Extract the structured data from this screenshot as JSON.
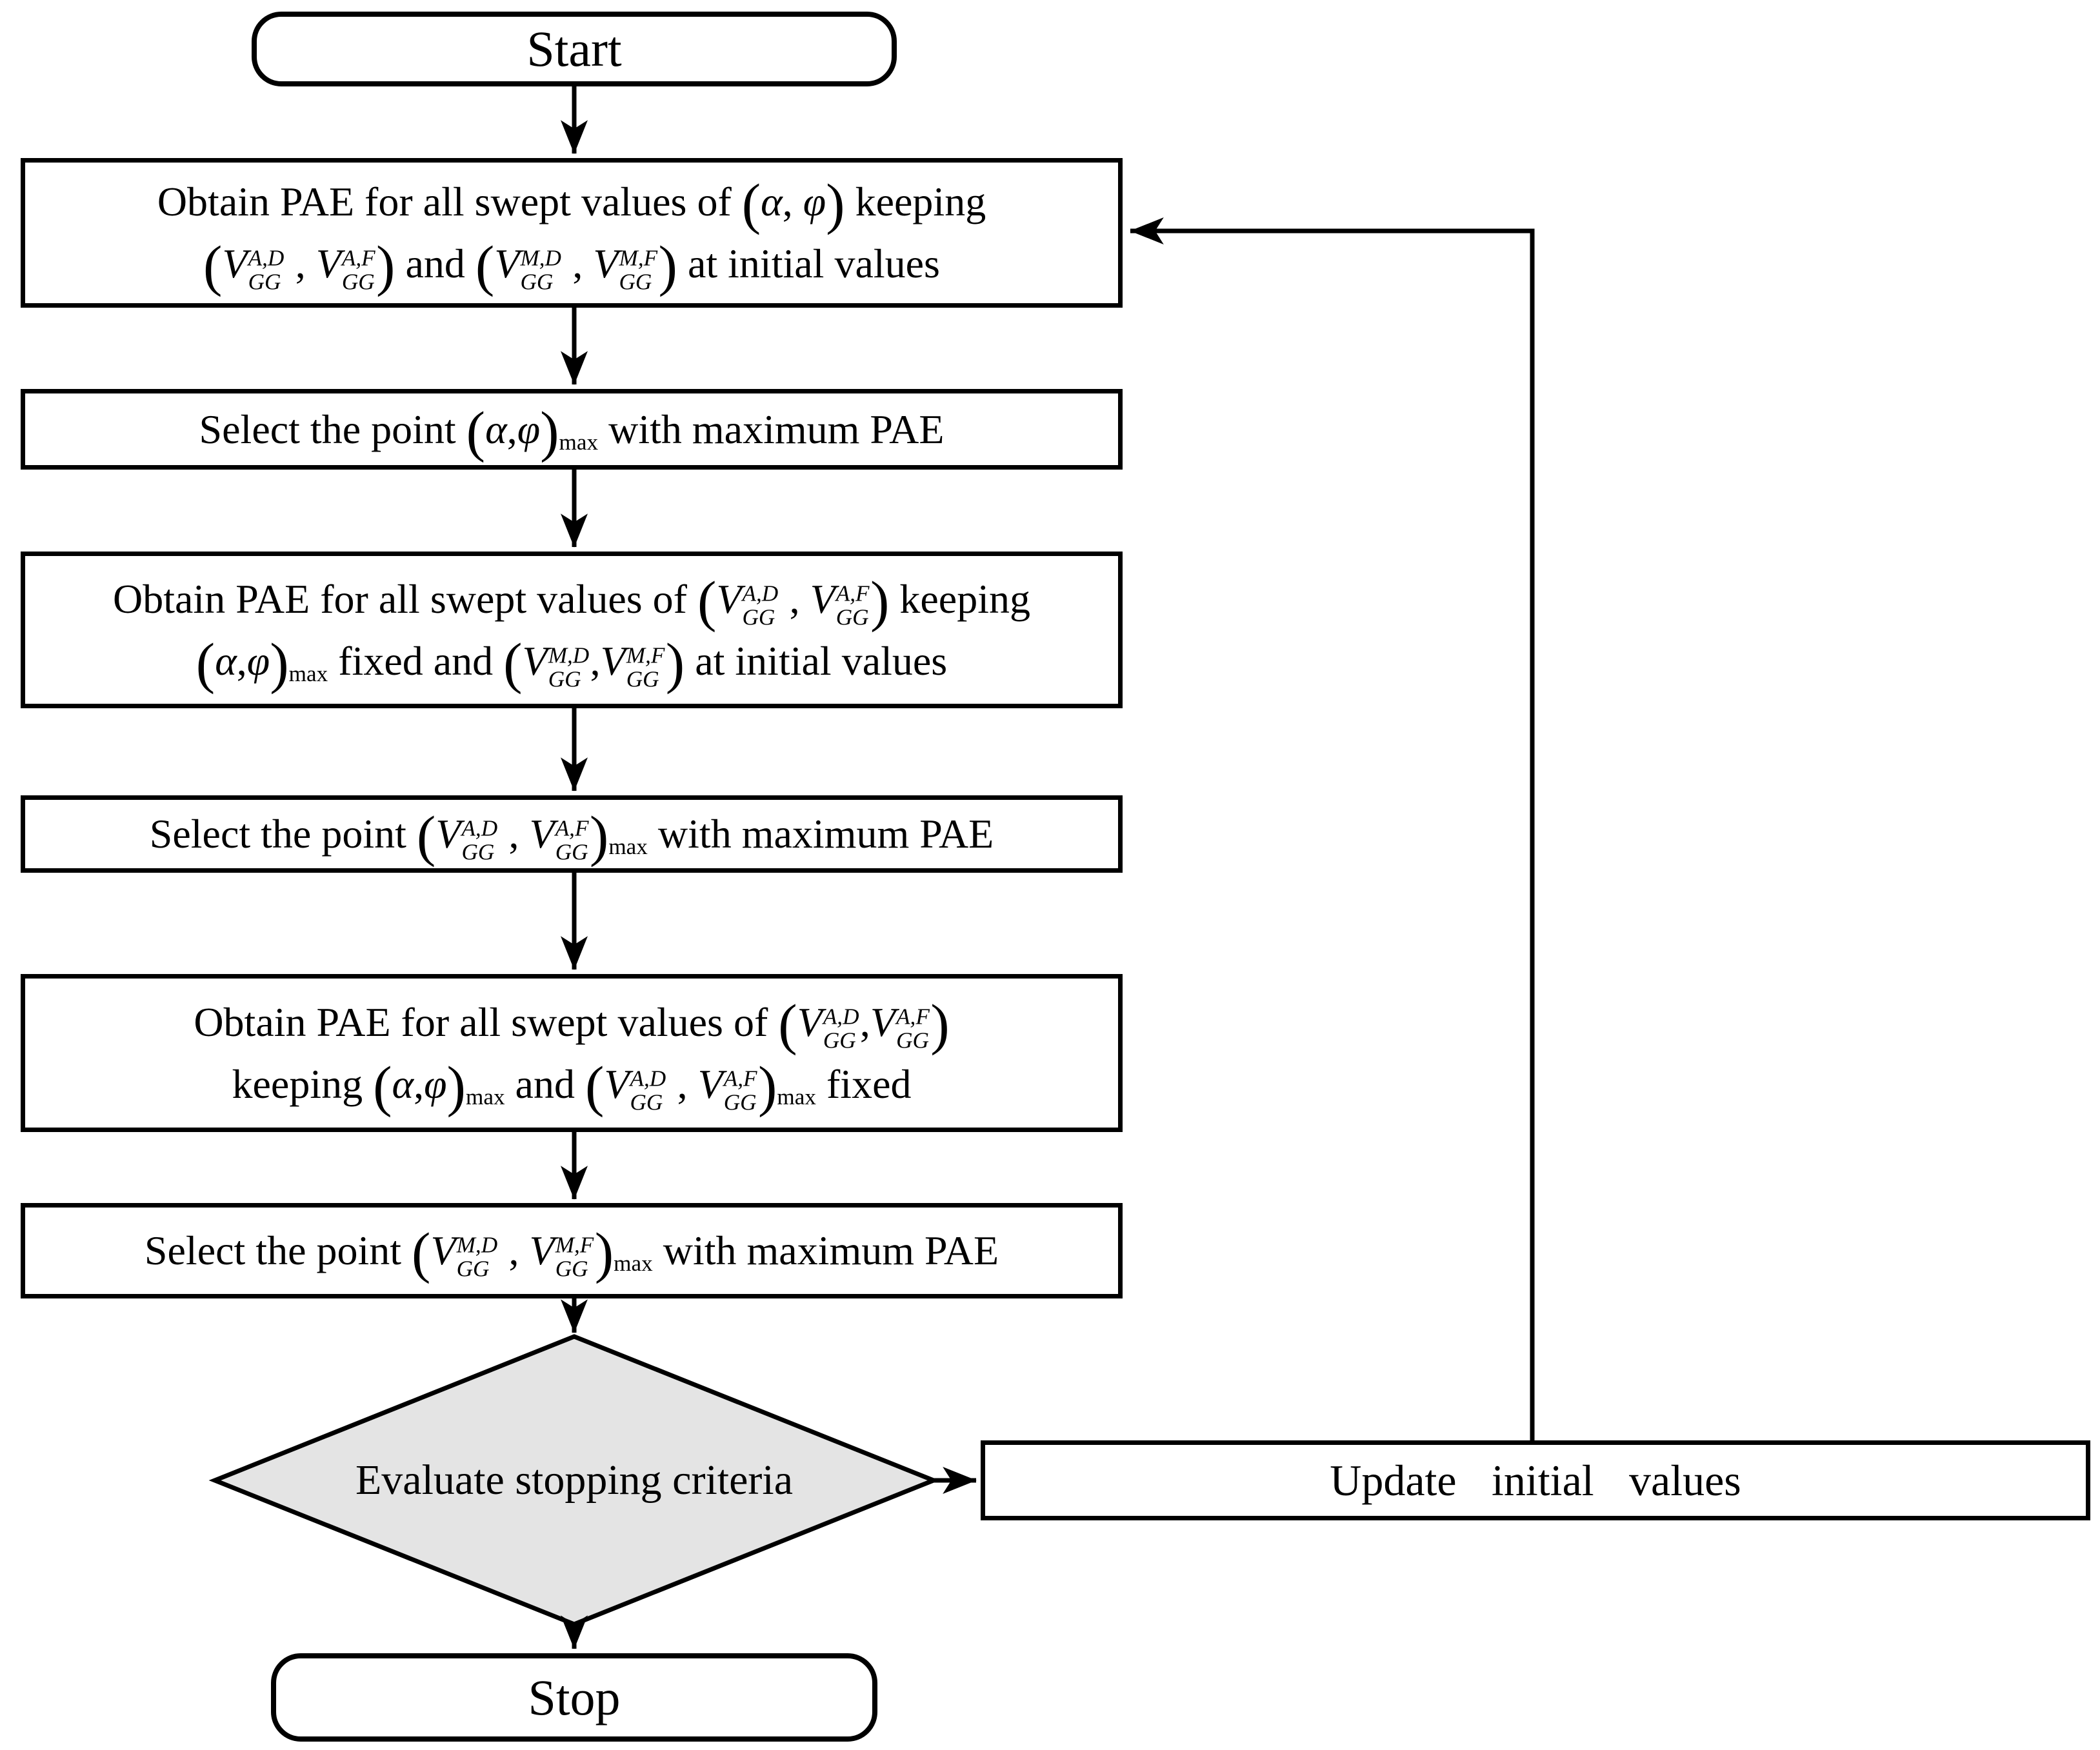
{
  "figure": {
    "type": "flowchart",
    "background": "#ffffff",
    "line_color": "#000000",
    "diamond_fill": "#e4e4e4",
    "box_fill": "#ffffff"
  },
  "nodes": {
    "start": {
      "kind": "terminator",
      "label_lines": [
        [
          {
            "t": "txt",
            "v": "Start"
          }
        ]
      ]
    },
    "obtain1": {
      "kind": "process",
      "label_lines": [
        [
          {
            "t": "txt",
            "v": "Obtain PAE for all swept values of "
          },
          {
            "t": "par",
            "v": "("
          },
          {
            "t": "it",
            "v": "α"
          },
          {
            "t": "txt",
            "v": ", "
          },
          {
            "t": "it",
            "v": "φ"
          },
          {
            "t": "par",
            "v": ")"
          },
          {
            "t": "txt",
            "v": " keeping"
          }
        ],
        [
          {
            "t": "par",
            "v": "("
          },
          {
            "t": "ss",
            "base": "V",
            "sub": "GG",
            "sup": "A,D"
          },
          {
            "t": "txt",
            "v": " , "
          },
          {
            "t": "ss",
            "base": "V",
            "sub": "GG",
            "sup": "A,F"
          },
          {
            "t": "par",
            "v": ")"
          },
          {
            "t": "txt",
            "v": " and "
          },
          {
            "t": "par",
            "v": "("
          },
          {
            "t": "ss",
            "base": "V",
            "sub": "GG",
            "sup": "M,D"
          },
          {
            "t": "txt",
            "v": " , "
          },
          {
            "t": "ss",
            "base": "V",
            "sub": "GG",
            "sup": "M,F"
          },
          {
            "t": "par",
            "v": ")"
          },
          {
            "t": "txt",
            "v": " at initial values"
          }
        ]
      ]
    },
    "select1": {
      "kind": "process",
      "label_lines": [
        [
          {
            "t": "txt",
            "v": "Select the point "
          },
          {
            "t": "par",
            "v": "("
          },
          {
            "t": "it",
            "v": "α"
          },
          {
            "t": "txt",
            "v": ","
          },
          {
            "t": "it",
            "v": "φ"
          },
          {
            "t": "par",
            "v": ")"
          },
          {
            "t": "sub",
            "v": "max"
          },
          {
            "t": "txt",
            "v": " with maximum PAE"
          }
        ]
      ]
    },
    "obtain2": {
      "kind": "process",
      "label_lines": [
        [
          {
            "t": "txt",
            "v": "Obtain PAE for all swept values of "
          },
          {
            "t": "par",
            "v": "("
          },
          {
            "t": "ss",
            "base": "V",
            "sub": "GG",
            "sup": "A,D"
          },
          {
            "t": "txt",
            "v": " , "
          },
          {
            "t": "ss",
            "base": "V",
            "sub": "GG",
            "sup": "A,F"
          },
          {
            "t": "par",
            "v": ")"
          },
          {
            "t": "txt",
            "v": " keeping"
          }
        ],
        [
          {
            "t": "par",
            "v": "("
          },
          {
            "t": "it",
            "v": "α"
          },
          {
            "t": "txt",
            "v": ","
          },
          {
            "t": "it",
            "v": "φ"
          },
          {
            "t": "par",
            "v": ")"
          },
          {
            "t": "sub",
            "v": "max"
          },
          {
            "t": "txt",
            "v": " fixed and "
          },
          {
            "t": "par",
            "v": "("
          },
          {
            "t": "ss",
            "base": "V",
            "sub": "GG",
            "sup": "M,D"
          },
          {
            "t": "txt",
            "v": ","
          },
          {
            "t": "ss",
            "base": "V",
            "sub": "GG",
            "sup": "M,F"
          },
          {
            "t": "par",
            "v": ")"
          },
          {
            "t": "txt",
            "v": " at initial values"
          }
        ]
      ]
    },
    "select2": {
      "kind": "process",
      "label_lines": [
        [
          {
            "t": "txt",
            "v": "Select the point "
          },
          {
            "t": "par",
            "v": "("
          },
          {
            "t": "ss",
            "base": "V",
            "sub": "GG",
            "sup": "A,D"
          },
          {
            "t": "txt",
            "v": " , "
          },
          {
            "t": "ss",
            "base": "V",
            "sub": "GG",
            "sup": "A,F"
          },
          {
            "t": "par",
            "v": ")"
          },
          {
            "t": "sub",
            "v": "max"
          },
          {
            "t": "txt",
            "v": " with maximum PAE"
          }
        ]
      ]
    },
    "obtain3": {
      "kind": "process",
      "label_lines": [
        [
          {
            "t": "txt",
            "v": "Obtain PAE for all swept values of "
          },
          {
            "t": "par",
            "v": "("
          },
          {
            "t": "ss",
            "base": "V",
            "sub": "GG",
            "sup": "A,D"
          },
          {
            "t": "txt",
            "v": ","
          },
          {
            "t": "ss",
            "base": "V",
            "sub": "GG",
            "sup": "A,F"
          },
          {
            "t": "par",
            "v": ")"
          }
        ],
        [
          {
            "t": "txt",
            "v": "keeping "
          },
          {
            "t": "par",
            "v": "("
          },
          {
            "t": "it",
            "v": "α"
          },
          {
            "t": "txt",
            "v": ","
          },
          {
            "t": "it",
            "v": "φ"
          },
          {
            "t": "par",
            "v": ")"
          },
          {
            "t": "sub",
            "v": "max"
          },
          {
            "t": "txt",
            "v": " and "
          },
          {
            "t": "par",
            "v": "("
          },
          {
            "t": "ss",
            "base": "V",
            "sub": "GG",
            "sup": "A,D"
          },
          {
            "t": "txt",
            "v": " , "
          },
          {
            "t": "ss",
            "base": "V",
            "sub": "GG",
            "sup": "A,F"
          },
          {
            "t": "par",
            "v": ")"
          },
          {
            "t": "sub",
            "v": "max"
          },
          {
            "t": "txt",
            "v": " fixed"
          }
        ]
      ]
    },
    "select3": {
      "kind": "process",
      "label_lines": [
        [
          {
            "t": "txt",
            "v": "Select the point "
          },
          {
            "t": "par",
            "v": "("
          },
          {
            "t": "ss",
            "base": "V",
            "sub": "GG",
            "sup": "M,D"
          },
          {
            "t": "txt",
            "v": " , "
          },
          {
            "t": "ss",
            "base": "V",
            "sub": "GG",
            "sup": "M,F"
          },
          {
            "t": "par",
            "v": ")"
          },
          {
            "t": "sub",
            "v": "max"
          },
          {
            "t": "txt",
            "v": " with maximum PAE"
          }
        ]
      ]
    },
    "decision": {
      "kind": "decision",
      "label_lines": [
        [
          {
            "t": "txt",
            "v": "Evaluate stopping criteria"
          }
        ]
      ]
    },
    "update": {
      "kind": "process",
      "label_lines": [
        [
          {
            "t": "txt",
            "v": "Update initial values"
          }
        ]
      ]
    },
    "stop": {
      "kind": "terminator",
      "label_lines": [
        [
          {
            "t": "txt",
            "v": "Stop"
          }
        ]
      ]
    }
  }
}
